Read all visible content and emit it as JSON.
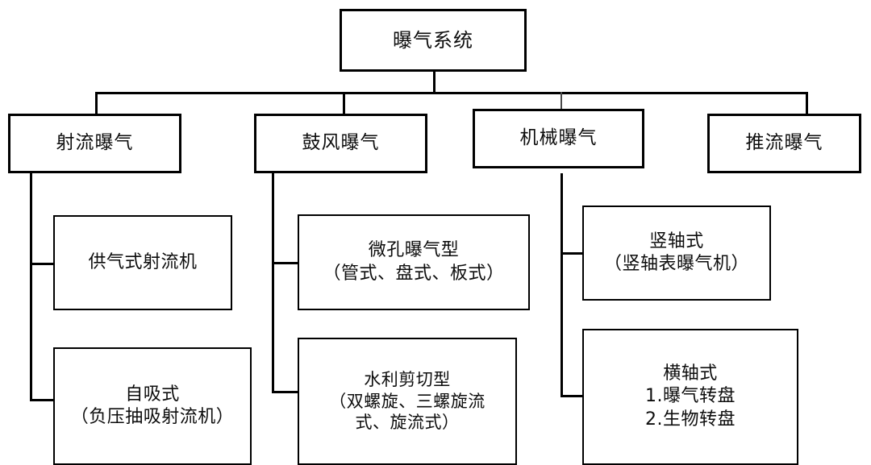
{
  "diagram": {
    "type": "organizational-tree",
    "title": "曝气系统",
    "background_color": "#ffffff",
    "line_color": "#000000",
    "text_color": "#0d0d0d"
  },
  "nodes": {
    "root": {
      "label": "曝气系统"
    },
    "level2": [
      {
        "id": "jet",
        "label": "射流曝气"
      },
      {
        "id": "blower",
        "label": "鼓风曝气"
      },
      {
        "id": "mechanical",
        "label": "机械曝气"
      },
      {
        "id": "plugflow",
        "label": "推流曝气"
      }
    ],
    "jet_children": [
      {
        "id": "jet-supply",
        "line1": "供气式射流机",
        "line2": "",
        "line3": ""
      },
      {
        "id": "jet-selfsuction",
        "line1": "自吸式",
        "line2": "（负压抽吸射流机）",
        "line3": ""
      }
    ],
    "blower_children": [
      {
        "id": "blower-microporous",
        "line1": "微孔曝气型",
        "line2": "（管式、盘式、板式）",
        "line3": ""
      },
      {
        "id": "blower-shear",
        "line1": "水利剪切型",
        "line2": "（双螺旋、三螺旋流",
        "line3": "式、旋流式）"
      }
    ],
    "mechanical_children": [
      {
        "id": "mech-vertical",
        "line1": "竖轴式",
        "line2": "（竖轴表曝气机）",
        "line3": ""
      },
      {
        "id": "mech-horizontal",
        "line1": "横轴式",
        "line2": "1.曝气转盘",
        "line3": "2.生物转盘"
      }
    ]
  }
}
